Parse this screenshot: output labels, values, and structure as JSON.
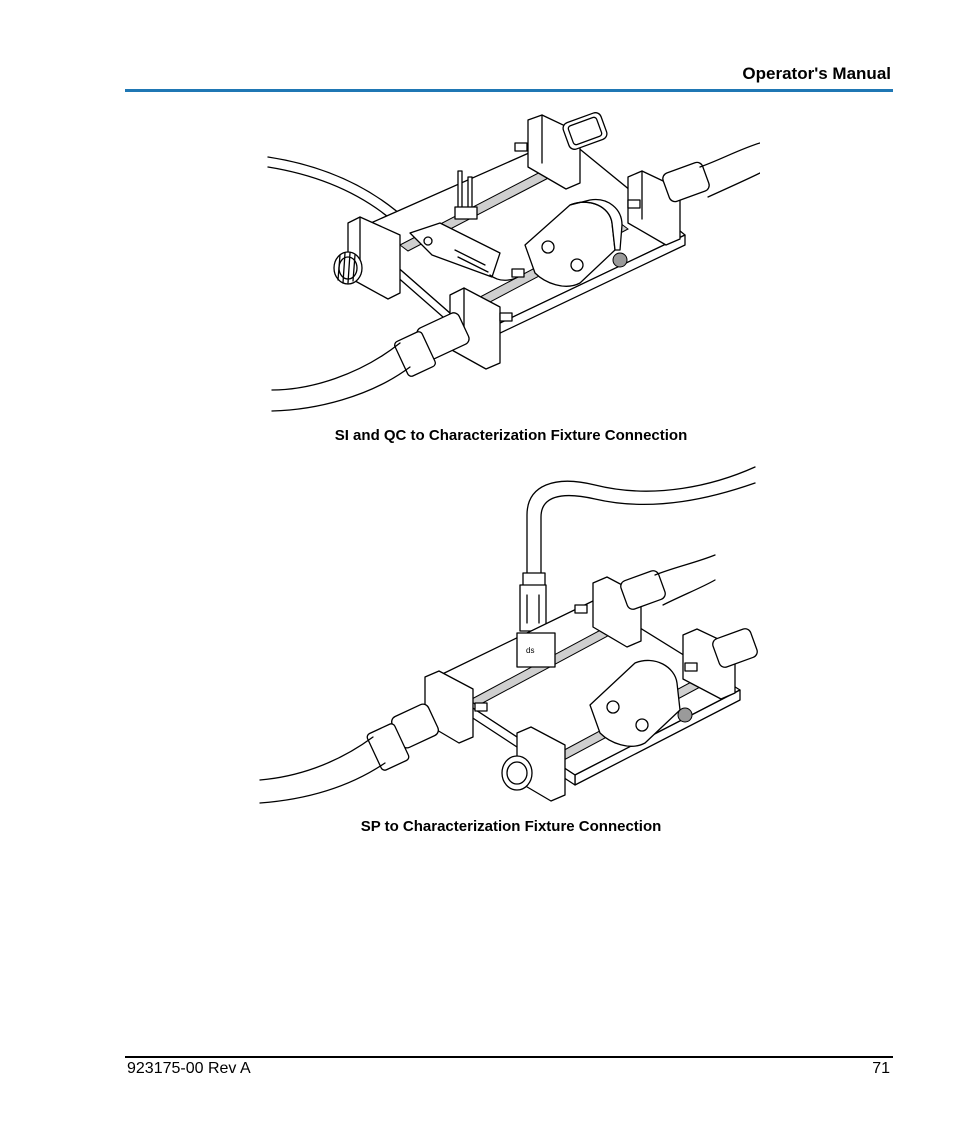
{
  "header": {
    "title": "Operator's Manual",
    "rule_color": "#1f77b4"
  },
  "figures": [
    {
      "caption": "SI and QC to Characterization Fixture Connection"
    },
    {
      "caption": "SP to Characterization Fixture Connection"
    }
  ],
  "footer": {
    "doc_id": "923175-00 Rev A",
    "page_number": "71"
  }
}
